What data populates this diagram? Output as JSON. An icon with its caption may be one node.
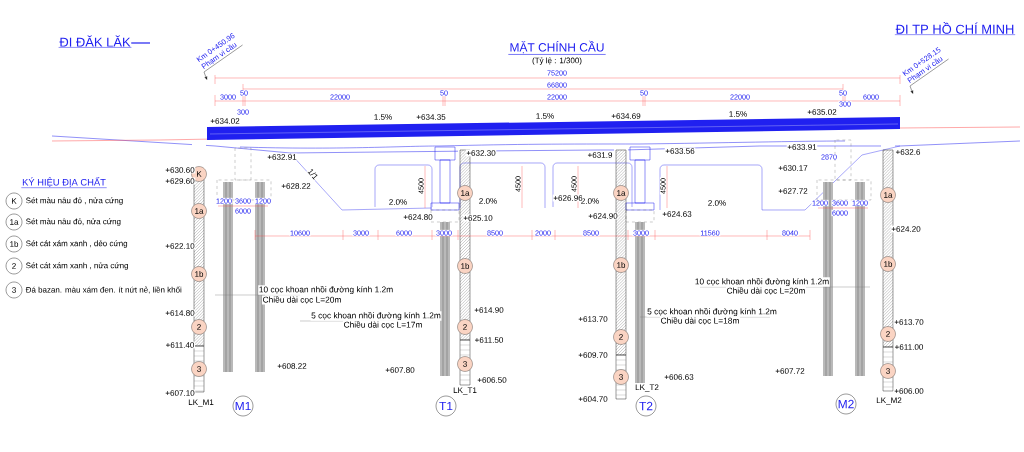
{
  "diagram": {
    "title": "MẶT CHÍNH CẦU",
    "caption": "(Tỷ lệ : 1/300)",
    "nodes": [
      {
        "text": [
          "K"
        ],
        "beside": [
          "Sét màu nâu đỏ , nửa cứng"
        ]
      },
      {
        "text": [
          "1a"
        ],
        "beside": [
          "Sét màu nâu đỏ, nửa cứng"
        ]
      },
      {
        "text": [
          "1b"
        ],
        "beside": [
          "Sét cát xám xanh , dẻo cứng"
        ]
      },
      {
        "text": [
          "2"
        ],
        "beside": [
          "Sét cát xám xanh , nửa cứng"
        ]
      },
      {
        "text": [
          "3"
        ],
        "beside": [
          "Đá bazan. màu xám đen. ít nứt nẻ, liền khối"
        ]
      },
      {
        "text": [
          "M1"
        ]
      },
      {
        "text": [
          "T1"
        ]
      },
      {
        "text": [
          "T2"
        ]
      },
      {
        "text": [
          "M2"
        ]
      },
      {
        "text": [
          "K"
        ]
      },
      {
        "text": [
          "1a"
        ]
      },
      {
        "text": [
          "1b"
        ]
      },
      {
        "text": [
          "2"
        ]
      },
      {
        "text": [
          "3"
        ]
      },
      {
        "text": [
          "1a"
        ]
      },
      {
        "text": [
          "1b"
        ]
      },
      {
        "text": [
          "2"
        ]
      },
      {
        "text": [
          "3"
        ]
      },
      {
        "text": [
          "1a"
        ]
      },
      {
        "text": [
          "1b"
        ]
      },
      {
        "text": [
          "2"
        ]
      },
      {
        "text": [
          "3"
        ]
      },
      {
        "text": [
          "1a"
        ]
      },
      {
        "text": [
          "1b"
        ]
      },
      {
        "text": [
          "2"
        ]
      },
      {
        "text": [
          "3"
        ]
      },
      {
        "text": [
          "Km 0+450.96",
          "Phạm vi cầu"
        ]
      },
      {
        "text": [
          "Km 0+528.15",
          "Phạm vi cầu"
        ]
      }
    ],
    "edges": [
      {
        "from": 26,
        "to": null,
        "arrow": "to"
      },
      {
        "from": 27,
        "to": null,
        "arrow": "to"
      }
    ],
    "labels": [
      "ĐI ĐĂK LĂK",
      "ĐI TP HỒ CHÍ MINH",
      "75200",
      "66800",
      "3000",
      "50",
      "22000",
      "50",
      "22000",
      "50",
      "22000",
      "50",
      "6000",
      "300",
      "300",
      "+634.02",
      "1.5%",
      "+634.35",
      "1.5%",
      "+634.69",
      "1.5%",
      "+635.02",
      "+632.91",
      "+632.30",
      "+631.9",
      "+633.56",
      "+633.91",
      "+632.6",
      "2870",
      "+630.60",
      "+630.17",
      "1/1",
      "+629.60",
      "+628.22",
      "+627.72",
      "4500",
      "4500",
      "4500",
      "4500",
      "2.0%",
      "2.0%",
      "2.0%",
      "2.0%",
      "+626.96",
      "+624.80",
      "+625.10",
      "+624.90",
      "+624.63",
      "1200",
      "3600",
      "1200",
      "6000",
      "1200",
      "3600",
      "1200",
      "6000",
      "10600",
      "3000",
      "6000",
      "3000",
      "8500",
      "2000",
      "8500",
      "3000",
      "11560",
      "8040",
      "+622.10",
      "+624.20",
      "10 cọc khoan nhồi đường kính 1.2m",
      "Chiều dài cọc L=20m",
      "5 cọc khoan nhồi đường kính 1.2m",
      "Chiều dài cọc L=17m",
      "10 cọc khoan nhồi đường kính 1.2m",
      "Chiều dài cọc L=20m",
      "5 cọc khoan nhồi đường kính 1.2m",
      "Chiều dài cọc L=18m",
      "+614.80",
      "+611.40",
      "+608.22",
      "+607.10",
      "LK_M1",
      "+614.90",
      "+611.50",
      "+607.80",
      "+606.50",
      "LK_T1",
      "+613.70",
      "+609.70",
      "+606.63",
      "+604.70",
      "LK_T2",
      "+607.72",
      "+613.70",
      "+611.00",
      "+606.00",
      "LK_M2",
      "KÝ HIỆU ĐỊA CHẤT"
    ]
  }
}
